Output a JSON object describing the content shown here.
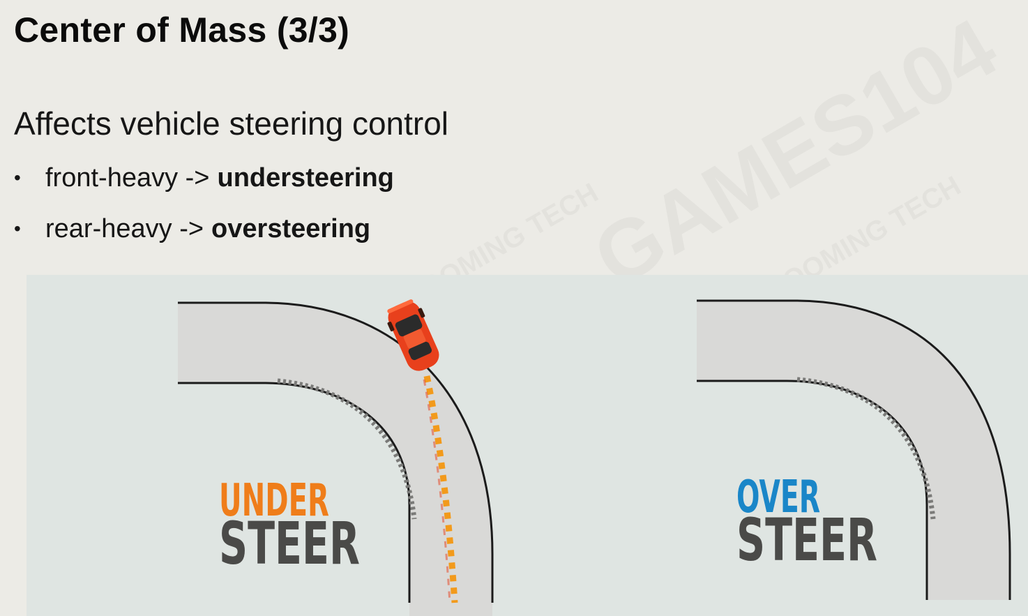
{
  "slide": {
    "title": "Center of Mass (3/3)",
    "subtitle": "Affects vehicle steering control",
    "bullets": [
      {
        "text": "front-heavy ->",
        "strong": "understeering"
      },
      {
        "text": "rear-heavy ->",
        "strong": "oversteering"
      }
    ]
  },
  "figure": {
    "understeer": {
      "label_top": "UNDER",
      "label_bottom": "STEER",
      "label_top_color": "#ef7d1a",
      "label_bottom_color": "#4a4a48"
    },
    "oversteer": {
      "label_top": "OVER",
      "label_bottom": "STEER",
      "label_top_color": "#1a86c8",
      "label_bottom_color": "#4a4a48"
    },
    "road_color": "#d9d9d7",
    "car_color": "#e8401c",
    "trail_color": "#f29a1b"
  },
  "watermark": {
    "text": "GAMES104",
    "sub": "BOOMING TECH"
  }
}
